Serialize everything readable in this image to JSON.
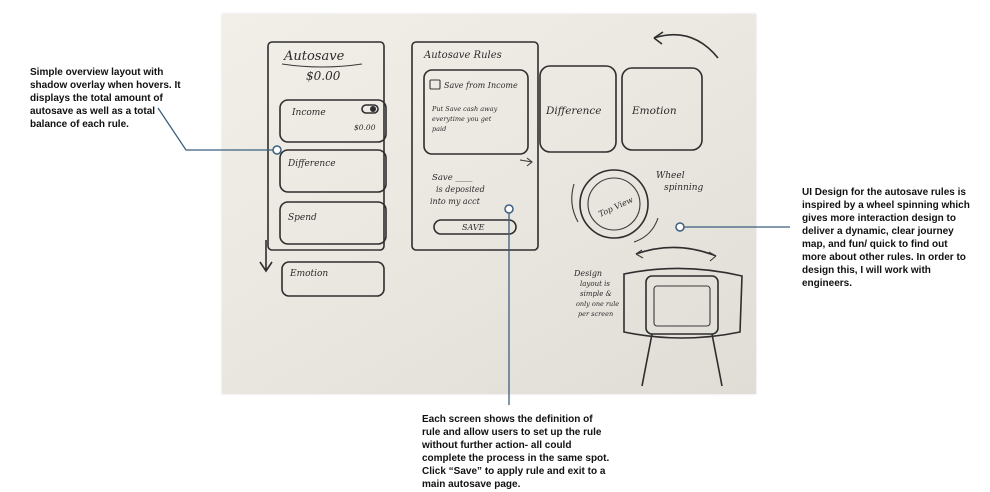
{
  "annotations": {
    "left": "Simple overview layout with shadow overlay when hovers. It displays the total amount of autosave as well as a total balance of each rule.",
    "right": "UI Design for the autosave rules is inspired by a wheel spinning which gives more interaction design to deliver a dynamic, clear journey map, and fun/ quick to find out more about other rules. In order to design this, I will work with engineers.",
    "bottom": "Each screen shows the definition of rule and allow users to set up the rule without further action- all could complete the process in the same spot. Click “Save” to apply rule and exit to a main autosave page."
  },
  "sketch": {
    "screen1": {
      "title": "Autosave",
      "total": "$0.00",
      "rules": [
        "Income",
        "Difference",
        "Spend",
        "Emotion"
      ],
      "income_amount": "$0.00"
    },
    "screen2": {
      "title": "Autosave Rules",
      "card_title": "Save from Income",
      "card_lines": [
        "Put Save cash away",
        "everytime you get",
        "paid"
      ],
      "form_lines": [
        "Save ____",
        "is deposited",
        "into my acct"
      ],
      "save_button": "SAVE"
    },
    "screen3": {
      "cards": [
        "Difference",
        "Emotion"
      ]
    },
    "wheel": {
      "center_label": "Top View",
      "side_label": [
        "Wheel",
        "spinning"
      ]
    },
    "design_note": [
      "Design",
      "layout is",
      "simple &",
      "only one rule",
      "per screen"
    ]
  }
}
